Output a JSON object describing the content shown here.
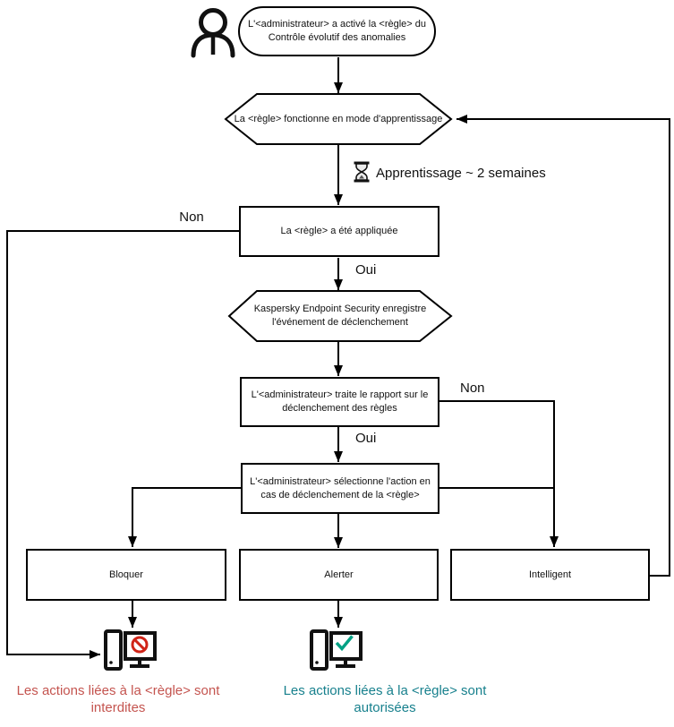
{
  "colors": {
    "line": "#000000",
    "background": "#ffffff",
    "forbidden_text": "#c4544f",
    "allowed_text": "#17808d",
    "prohibition_icon": "#d02418",
    "checkmark_icon": "#00a184"
  },
  "nodes": {
    "start": {
      "lines": [
        "L'<administrateur> a activé la <règle> du",
        "Contrôle évolutif des anomalies"
      ]
    },
    "learning_mode": {
      "text": "La <règle> fonctionne en mode d'apprentissage"
    },
    "rule_applied": {
      "text": "La <règle> a été appliquée"
    },
    "event_logged": {
      "lines": [
        "Kaspersky Endpoint Security enregistre",
        "l'événement de déclenchement"
      ]
    },
    "admin_report": {
      "lines": [
        "L'<administrateur> traite le rapport sur le",
        "déclenchement des règles"
      ]
    },
    "admin_action": {
      "lines": [
        "L'<administrateur> sélectionne l'action en",
        "cas de déclenchement de la <règle>"
      ]
    },
    "action_block": {
      "text": "Bloquer"
    },
    "action_alert": {
      "text": "Alerter"
    },
    "action_smart": {
      "text": "Intelligent"
    }
  },
  "labels": {
    "non_applied": "Non",
    "oui_applied": "Oui",
    "non_report": "Non",
    "oui_report": "Oui",
    "learning_duration": "Apprentissage ~ 2 semaines"
  },
  "outcomes": {
    "forbidden": {
      "lines": [
        "Les actions liées à la <règle> sont",
        "interdites"
      ]
    },
    "allowed": {
      "lines": [
        "Les actions liées à la <règle> sont",
        "autorisées"
      ]
    }
  },
  "icons": {
    "person": "person-icon",
    "hourglass": "hourglass-icon",
    "computer_blocked": "computer-blocked-icon",
    "prohibition": "prohibition-icon",
    "computer_allowed": "computer-allowed-icon",
    "checkmark": "checkmark-icon"
  }
}
